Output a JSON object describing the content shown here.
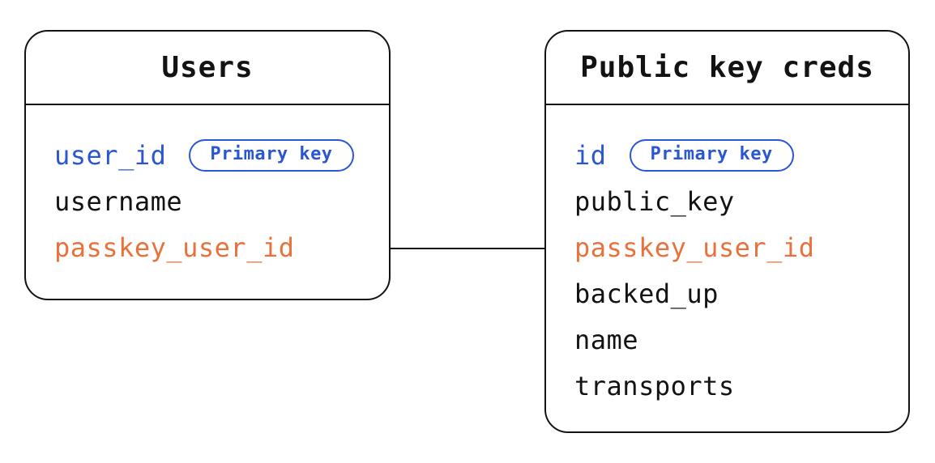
{
  "diagram": {
    "colors": {
      "primary_key_blue": "#2A56D4",
      "foreign_key_orange": "#E8713C",
      "ink": "#131313",
      "background": "#FFFFFF"
    },
    "tables": [
      {
        "title": "Users",
        "fields": [
          {
            "name": "user_id",
            "color": "blue",
            "badge": "Primary key"
          },
          {
            "name": "username",
            "color": "black"
          },
          {
            "name": "passkey_user_id",
            "color": "orange"
          }
        ]
      },
      {
        "title": "Public key creds",
        "fields": [
          {
            "name": "id",
            "color": "blue",
            "badge": "Primary key"
          },
          {
            "name": "public_key",
            "color": "black"
          },
          {
            "name": "passkey_user_id",
            "color": "orange"
          },
          {
            "name": "backed_up",
            "color": "black"
          },
          {
            "name": "name",
            "color": "black"
          },
          {
            "name": "transports",
            "color": "black"
          }
        ]
      }
    ],
    "relationship": {
      "from_table": "Users",
      "from_field": "passkey_user_id",
      "to_table": "Public key creds",
      "to_field": "passkey_user_id"
    }
  }
}
